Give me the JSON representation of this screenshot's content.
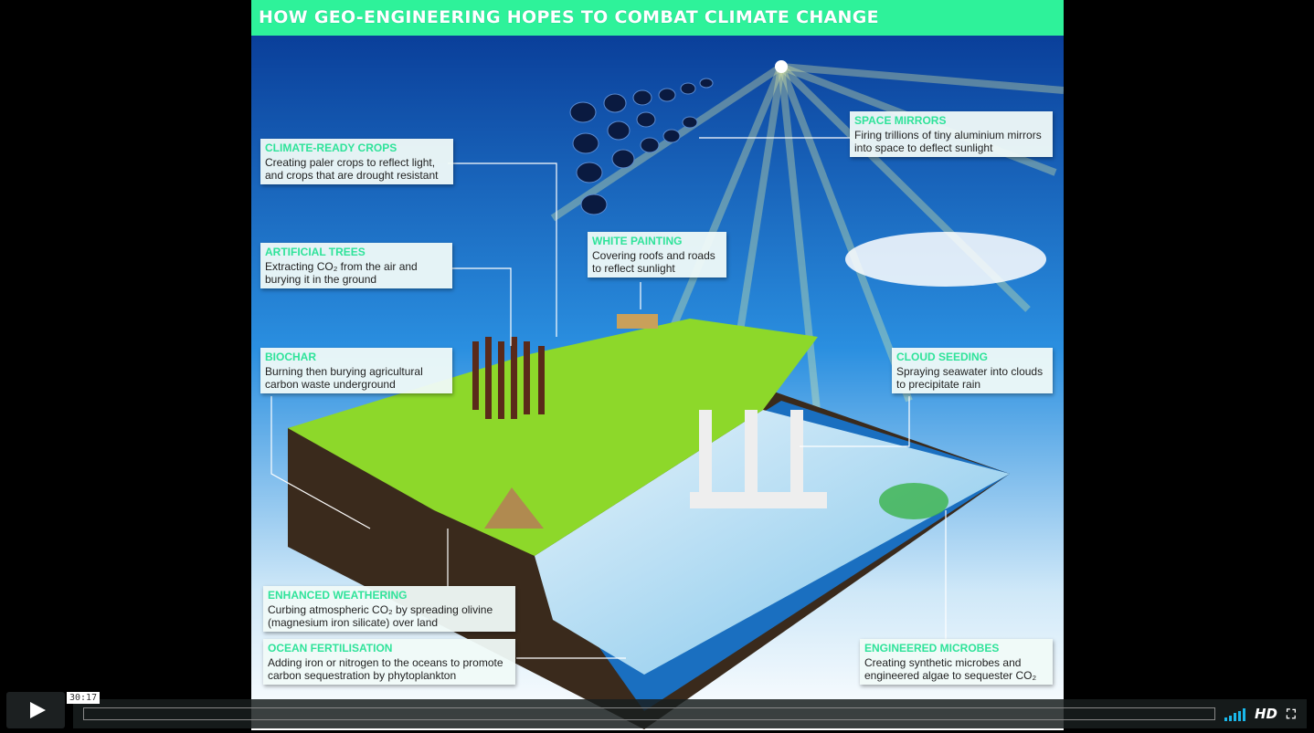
{
  "video": {
    "title": "HOW GEO-ENGINEERING HOPES TO COMBAT CLIMATE CHANGE",
    "labels": [
      {
        "heading": "CLIMATE-READY CROPS",
        "text": "Creating paler crops to reflect light, and crops that are drought resistant"
      },
      {
        "heading": "ARTIFICIAL TREES",
        "text": "Extracting CO₂ from the air and burying it in the ground"
      },
      {
        "heading": "BIOCHAR",
        "text": "Burning then burying agricultural carbon waste underground"
      },
      {
        "heading": "WHITE PAINTING",
        "text": "Covering roofs and roads to reflect sunlight"
      },
      {
        "heading": "SPACE MIRRORS",
        "text": "Firing trillions of tiny aluminium mirrors into space to deflect sunlight"
      },
      {
        "heading": "CLOUD SEEDING",
        "text": "Spraying seawater into clouds to precipitate rain"
      },
      {
        "heading": "ENHANCED WEATHERING",
        "text": "Curbing atmospheric CO₂ by spreading olivine (magnesium iron silicate) over land"
      },
      {
        "heading": "OCEAN FERTILISATION",
        "text": "Adding iron or nitrogen to the oceans to promote carbon sequestration by phytoplankton"
      },
      {
        "heading": "ENGINEERED MICROBES",
        "text": "Creating synthetic microbes and engineered algae to sequester CO₂"
      }
    ]
  },
  "player": {
    "time_tooltip": "30:17",
    "hd_label": "HD",
    "play_icon": "play-icon",
    "volume_icon": "volume-bars-icon",
    "fullscreen_icon": "fullscreen-icon",
    "accent": "#1ab7ea",
    "progress": 0
  }
}
